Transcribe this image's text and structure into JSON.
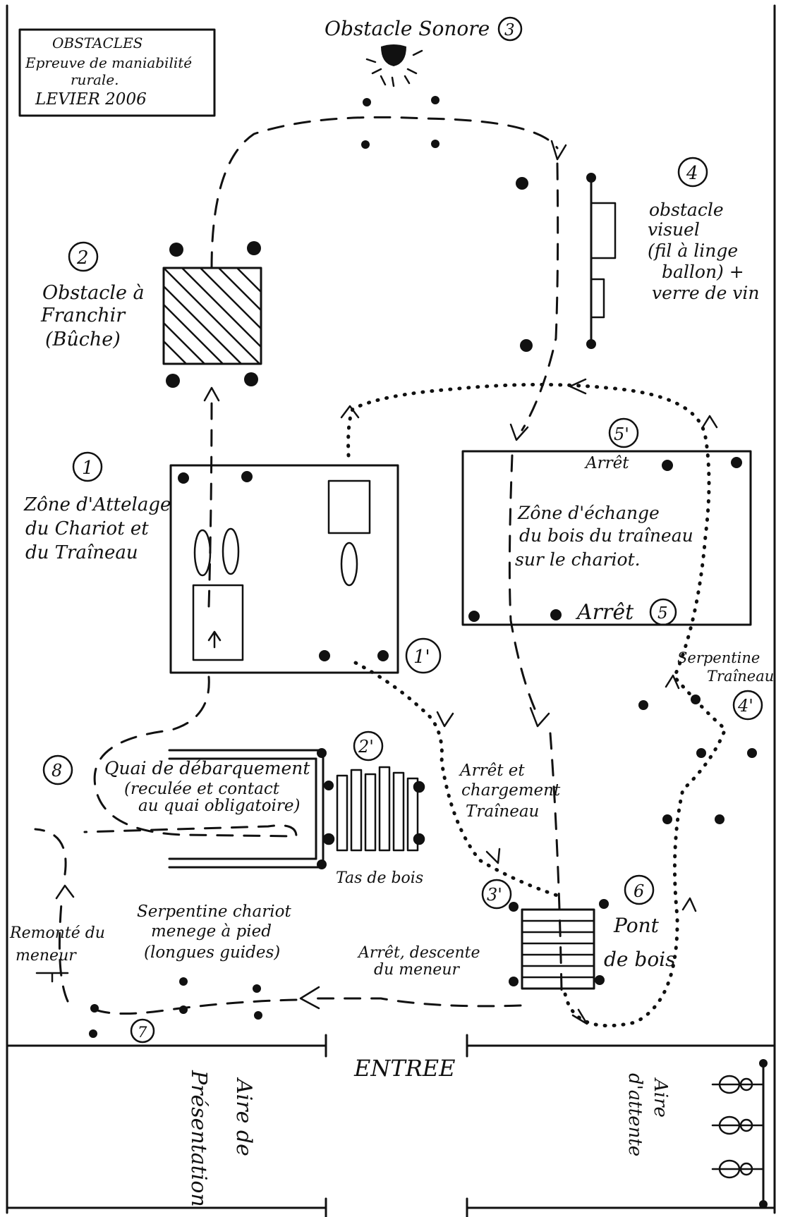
{
  "title_box": {
    "line1": "OBSTACLES",
    "line2": "Epreuve de maniabilité",
    "line3": "rurale.",
    "line4": "LEVIER 2006"
  },
  "obstacles": {
    "o1": {
      "num": "1",
      "lines": [
        "Zône d'Attelage",
        "du Chariot et",
        "du Traîneau"
      ]
    },
    "o1p": {
      "num": "1'"
    },
    "o2": {
      "num": "2",
      "lines": [
        "Obstacle à",
        "Franchir",
        "(Bûche)"
      ]
    },
    "o2p": {
      "num": "2'"
    },
    "o3": {
      "num": "3",
      "label": "Obstacle Sonore"
    },
    "o3p": {
      "num": "3'"
    },
    "o4": {
      "num": "4",
      "lines": [
        "obstacle",
        "visuel",
        "(fil à linge",
        "ballon) +",
        "verre de vin"
      ]
    },
    "o4p": {
      "num": "4'",
      "lines": [
        "Serpentine",
        "Traîneau"
      ]
    },
    "o5": {
      "num": "5",
      "label": "Arrêt"
    },
    "o5p": {
      "num": "5'",
      "label": "Arrêt"
    },
    "o6": {
      "num": "6",
      "lines": [
        "Pont",
        "de bois"
      ]
    },
    "o7": {
      "num": "7"
    },
    "o8": {
      "num": "8"
    }
  },
  "labels": {
    "exchange_zone": [
      "Zône d'échange",
      "du bois du traîneau",
      "sur le chariot."
    ],
    "quay": [
      "Quai de débarquement",
      "(reculée et contact",
      "au quai obligatoire)"
    ],
    "wood_pile": "Tas de bois",
    "load_stop": [
      "Arrêt et",
      "chargement",
      "Traîneau"
    ],
    "serpentine_cart": [
      "Serpentine chariot",
      "menege à pied",
      "(longues guides)"
    ],
    "driver_stop": [
      "Arrêt, descente",
      "du meneur"
    ],
    "driver_remount": [
      "Remonté du",
      "meneur"
    ],
    "entrance": "ENTREE",
    "presentation_area": [
      "Aire de",
      "Présentation"
    ],
    "waiting_area": [
      "Aire",
      "d'attente"
    ]
  },
  "colors": {
    "ink": "#111111",
    "paper": "#ffffff"
  }
}
